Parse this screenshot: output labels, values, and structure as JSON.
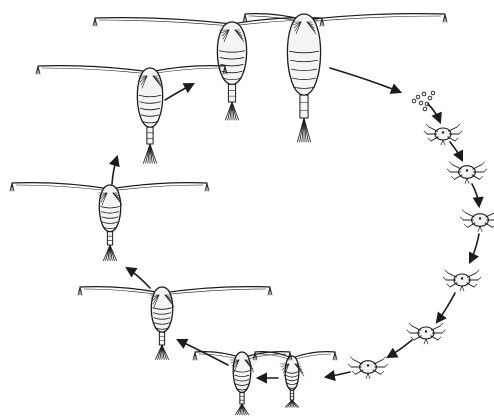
{
  "figure": {
    "description_text": "",
    "background": "#ffffff",
    "ink_color": "#1c1c1c",
    "stages": [
      {
        "name": "adult-female",
        "type": "copepodite"
      },
      {
        "name": "adult-male",
        "type": "copepodite"
      },
      {
        "name": "eggs",
        "type": "eggs"
      },
      {
        "name": "nauplius-1",
        "type": "nauplius"
      },
      {
        "name": "nauplius-2",
        "type": "nauplius"
      },
      {
        "name": "nauplius-3",
        "type": "nauplius"
      },
      {
        "name": "nauplius-4",
        "type": "nauplius"
      },
      {
        "name": "nauplius-5",
        "type": "nauplius"
      },
      {
        "name": "nauplius-6",
        "type": "nauplius"
      },
      {
        "name": "copepodite-1",
        "type": "copepodite"
      },
      {
        "name": "copepodite-2",
        "type": "copepodite"
      },
      {
        "name": "copepodite-3",
        "type": "copepodite"
      },
      {
        "name": "copepodite-4",
        "type": "copepodite"
      },
      {
        "name": "copepodite-5",
        "type": "copepodite"
      }
    ]
  }
}
